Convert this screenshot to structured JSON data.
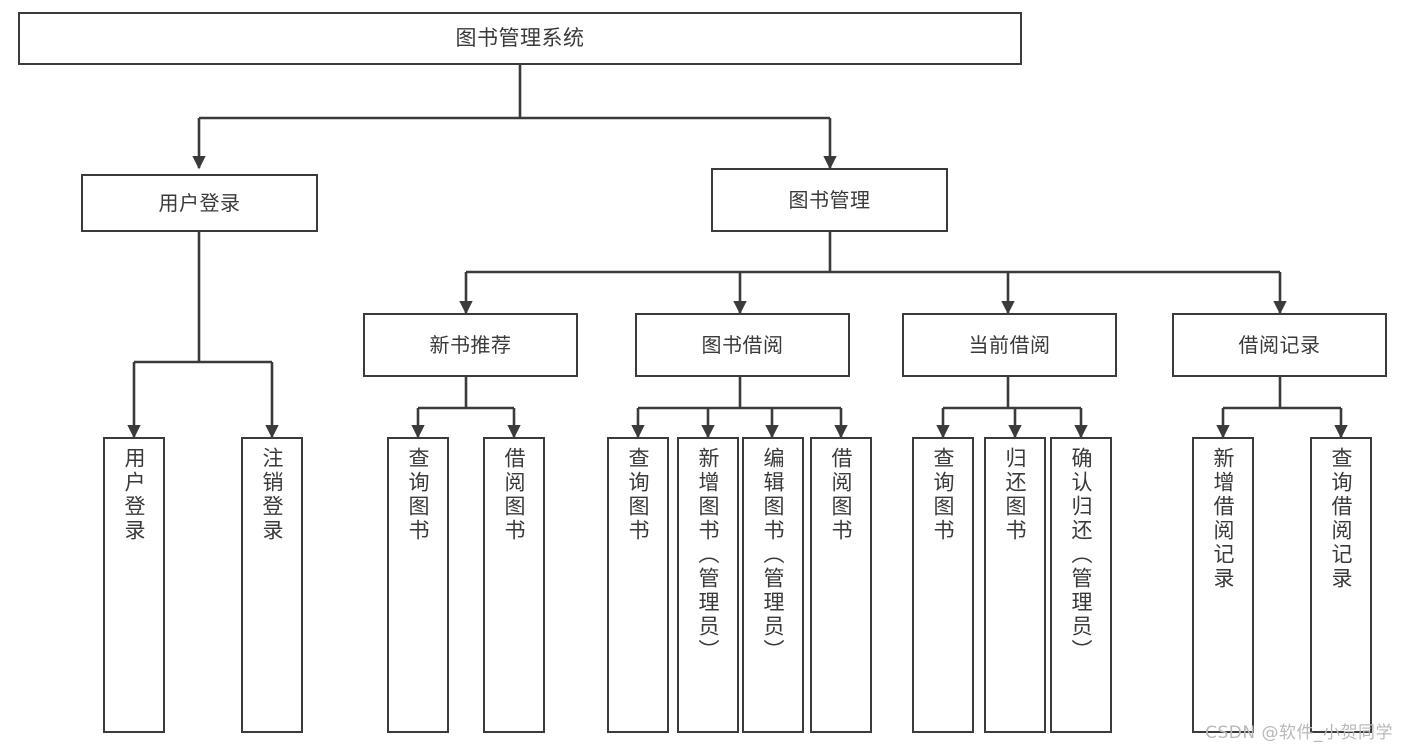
{
  "diagram": {
    "title": "图书管理系统",
    "type": "function-structure-tree",
    "line_color": "#3b3b3b",
    "text_color": "#3a3a3a",
    "background": "#ffffff",
    "watermark": "CSDN @软件_小贺同学"
  },
  "root": {
    "label": "图书管理系统"
  },
  "level1": [
    {
      "label": "用户登录"
    },
    {
      "label": "图书管理"
    }
  ],
  "level2": [
    {
      "label": "新书推荐"
    },
    {
      "label": "图书借阅"
    },
    {
      "label": "当前借阅"
    },
    {
      "label": "借阅记录"
    }
  ],
  "leaves": {
    "user_login": [
      {
        "label": "用户登录"
      },
      {
        "label": "注销登录"
      }
    ],
    "new_book_recommend": [
      {
        "label": "查询图书"
      },
      {
        "label": "借阅图书"
      }
    ],
    "book_borrow": [
      {
        "label": "查询图书"
      },
      {
        "label": "新增图书（管理员）"
      },
      {
        "label": "编辑图书（管理员）"
      },
      {
        "label": "借阅图书"
      }
    ],
    "current_borrow": [
      {
        "label": "查询图书"
      },
      {
        "label": "归还图书"
      },
      {
        "label": "确认归还（管理员）"
      }
    ],
    "borrow_record": [
      {
        "label": "新增借阅记录"
      },
      {
        "label": "查询借阅记录"
      }
    ]
  }
}
